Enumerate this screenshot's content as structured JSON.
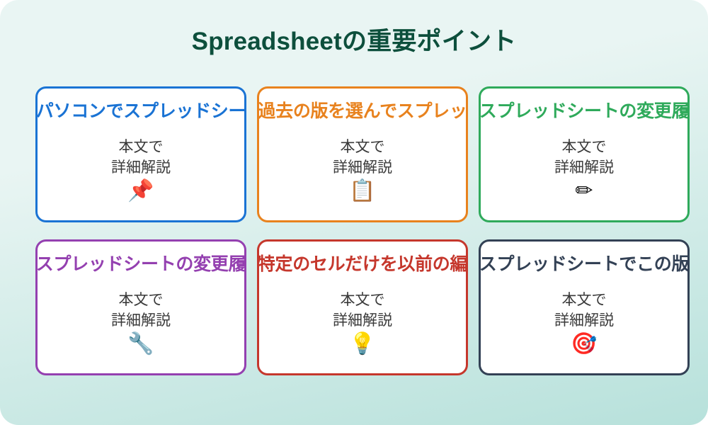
{
  "page": {
    "title": "Spreadsheetの重要ポイント",
    "title_color": "#0d4f3c",
    "background_from": "#e9f5f3",
    "background_to": "#b7e1db",
    "card_background": "#ffffff",
    "body_text_color": "#3a3a3a",
    "icon_color": "#111111"
  },
  "cards": [
    {
      "title": "パソコンでスプレッドシー",
      "body": "本文で\n詳細解説",
      "icon": "📌",
      "icon_name": "pushpin-icon",
      "color": "#1a73d4"
    },
    {
      "title": "過去の版を選んでスプレッ",
      "body": "本文で\n詳細解説",
      "icon": "📋",
      "icon_name": "clipboard-icon",
      "color": "#e8821e"
    },
    {
      "title": "スプレッドシートの変更履",
      "body": "本文で\n詳細解説",
      "icon": "✏",
      "icon_name": "pencil-icon",
      "color": "#2faa5b"
    },
    {
      "title": "スプレッドシートの変更履",
      "body": "本文で\n詳細解説",
      "icon": "🔧",
      "icon_name": "wrench-icon",
      "color": "#9440b0"
    },
    {
      "title": "特定のセルだけを以前の編",
      "body": "本文で\n詳細解説",
      "icon": "💡",
      "icon_name": "lightbulb-icon",
      "color": "#c5372c"
    },
    {
      "title": "スプレッドシートでこの版",
      "body": "本文で\n詳細解説",
      "icon": "🎯",
      "icon_name": "target-icon",
      "color": "#334155"
    }
  ]
}
